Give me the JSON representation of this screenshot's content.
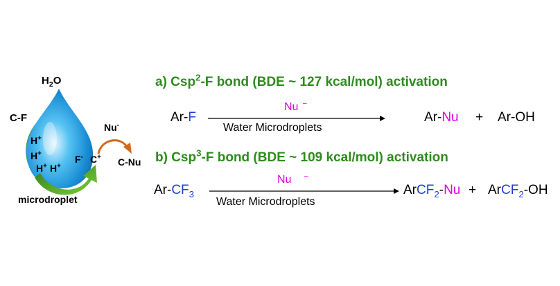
{
  "droplet": {
    "water": {
      "main": "H",
      "sub": "2",
      "tail": "O"
    },
    "cf_label": "C-F",
    "protons": [
      {
        "main": "H",
        "sup": "+"
      },
      {
        "main": "H",
        "sup": "+"
      },
      {
        "main": "H",
        "sup": "+"
      },
      {
        "main": "H",
        "sup": "+"
      }
    ],
    "fluoride": {
      "main": "F",
      "sup": "-"
    },
    "carbocation": {
      "main": "C",
      "sup": "+"
    },
    "nucleophile": {
      "main": "Nu",
      "sup": "-"
    },
    "product": "C-Nu",
    "caption": "microdroplet"
  },
  "reaction_a": {
    "heading_prefix": "a) Csp",
    "heading_sup": "2",
    "heading_rest": "-F bond (BDE ~ 127 kcal/mol) activation",
    "reactant_ar": "Ar-",
    "reactant_f": "F",
    "reagent_nu": "Nu",
    "reagent_charge": "−",
    "condition": "Water Microdroplets",
    "product1_ar": "Ar-",
    "product1_nu": "Nu",
    "plus": "+",
    "product2": "Ar-OH"
  },
  "reaction_b": {
    "heading_prefix": "b) Csp",
    "heading_sup": "3",
    "heading_rest": "-F bond (BDE ~ 109 kcal/mol) activation",
    "reactant_ar": "Ar-",
    "reactant_cf": "CF",
    "reactant_cf_sub": "3",
    "reagent_nu": "Nu",
    "reagent_charge": "−",
    "condition": "Water Microdroplets",
    "product1_ar": "Ar",
    "product1_cf": "CF",
    "product1_cf_sub": "2",
    "product1_dash": "-",
    "product1_nu": "Nu",
    "plus": "+",
    "product2_ar": "Ar",
    "product2_cf": "CF",
    "product2_cf_sub": "2",
    "product2_oh": "-OH"
  },
  "colors": {
    "heading": "#2e8b1e",
    "nucleophile": "#e000e0",
    "fluorine": "#1f3fcf",
    "droplet": "#1a9ae0",
    "green_arrow": "#4caf22",
    "orange_arrow": "#d2691e"
  }
}
